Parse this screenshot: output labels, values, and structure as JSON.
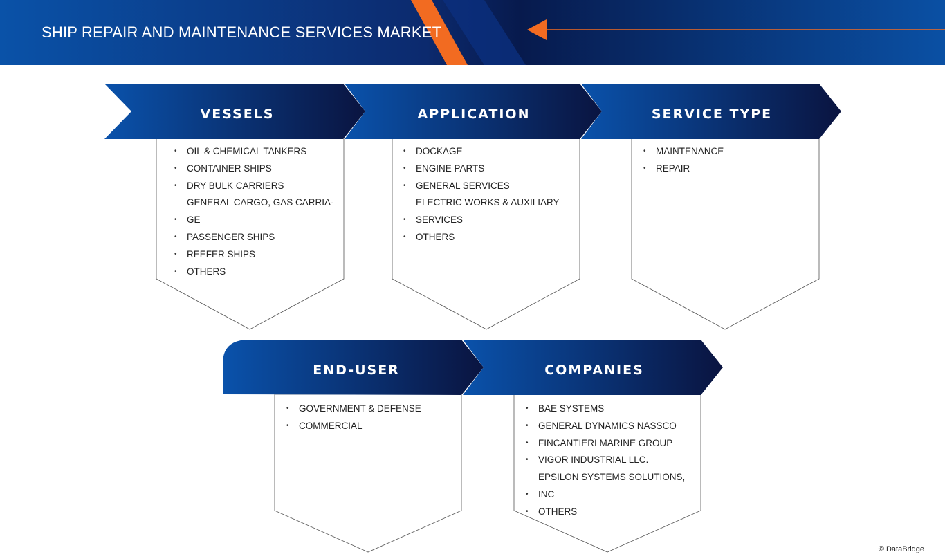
{
  "header": {
    "title": "SHIP REPAIR AND MAINTENANCE SERVICES MARKET"
  },
  "segments": {
    "vessels": {
      "title": "VESSELS",
      "items": [
        "OIL & CHEMICAL TANKERS",
        "CONTAINER SHIPS",
        "DRY BULK CARRIERS",
        "GENERAL CARGO, GAS CARRIA-",
        "GE",
        "PASSENGER SHIPS",
        "REEFER SHIPS",
        "OTHERS"
      ]
    },
    "application": {
      "title": "APPLICATION",
      "items": [
        "DOCKAGE",
        "ENGINE PARTS",
        "GENERAL SERVICES",
        "ELECTRIC WORKS & AUXILIARY",
        "SERVICES",
        "OTHERS"
      ]
    },
    "service_type": {
      "title": "SERVICE TYPE",
      "items": [
        "MAINTENANCE",
        "REPAIR"
      ]
    },
    "end_user": {
      "title": "END-USER",
      "items": [
        "GOVERNMENT & DEFENSE",
        "COMMERCIAL"
      ]
    },
    "companies": {
      "title": "COMPANIES",
      "items": [
        "BAE SYSTEMS",
        "GENERAL DYNAMICS NASSCO",
        "FINCANTIERI MARINE GROUP",
        "VIGOR INDUSTRIAL LLC.",
        "EPSILON SYSTEMS SOLUTIONS,",
        "INC",
        "OTHERS"
      ]
    }
  },
  "footer": {
    "copyright": "© DataBridge"
  },
  "colors": {
    "accent_orange": "#f26b21",
    "navy_dark": "#0b1a4a",
    "blue": "#0a4fa6"
  }
}
